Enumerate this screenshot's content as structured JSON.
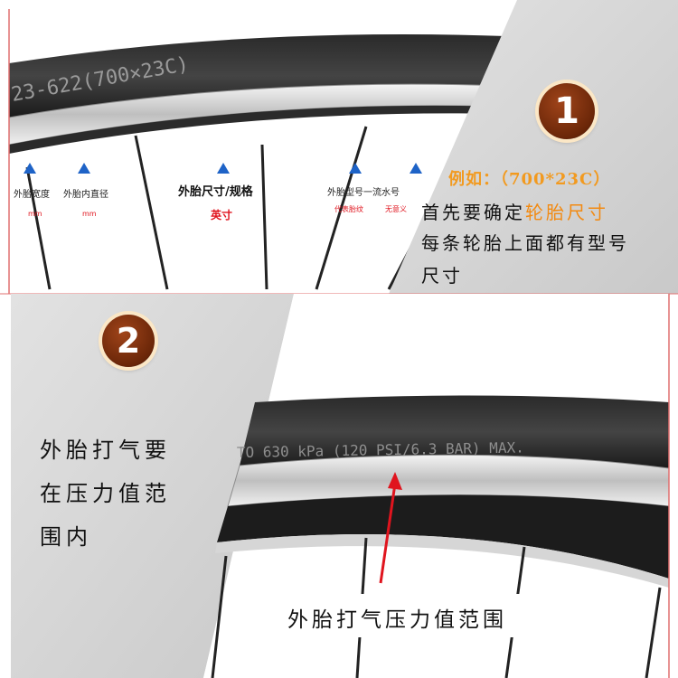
{
  "section1": {
    "step_number": "1",
    "tire_sidewall_text": "23-622(700×23C)",
    "labels": {
      "tire_width": "外胎宽度",
      "rim_inner_diameter": "外胎内直径",
      "tire_size_spec": "外胎尺寸/规格",
      "model_serial": "外胎型号一流水号"
    },
    "units": {
      "width_unit": "mm",
      "diameter_unit": "mm",
      "size_unit": "英寸",
      "tread_code": "代表胎纹",
      "serial_note": "无意义"
    },
    "example": "例如：（700*23C）",
    "line1_prefix": "首先要确定",
    "line1_highlight": "轮胎尺寸",
    "line2": "每条轮胎上面都有型号",
    "line3": "尺寸",
    "highlight_color": "#f28a12",
    "marker_color": "#1e63c7"
  },
  "section2": {
    "step_number": "2",
    "tire_sidewall_text": "TO 630 kPa (120 PSI/6.3 BAR) MAX.",
    "instruction_line1": "外胎打气要",
    "instruction_line2": "在压力值范",
    "instruction_line3": "围内",
    "caption": "外胎打气压力值范围",
    "arrow_color": "#e0141e"
  },
  "badge_color": "#6a2608"
}
